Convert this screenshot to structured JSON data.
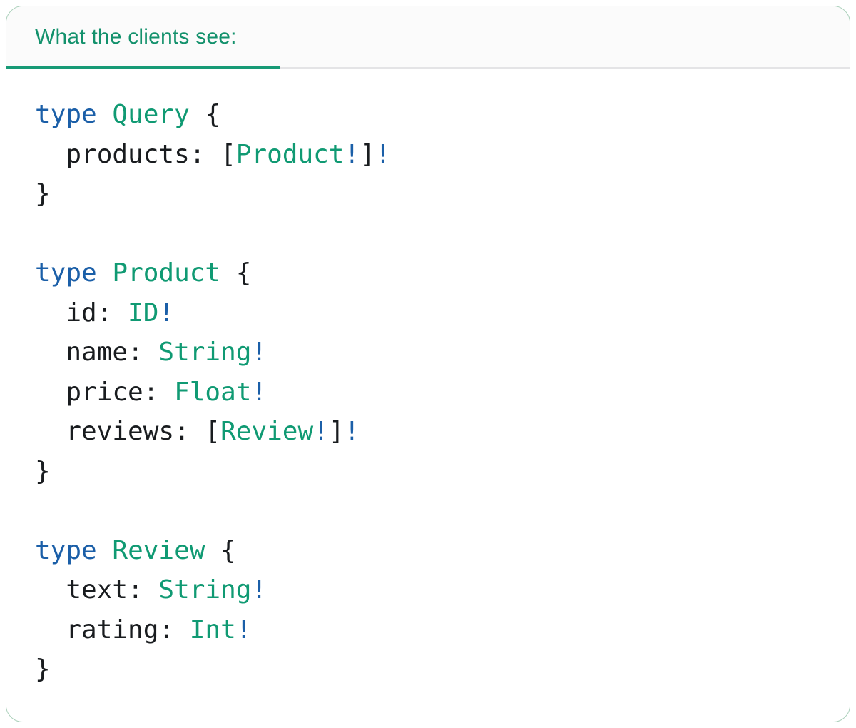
{
  "panel": {
    "tab_label": "What the clients see:"
  },
  "colors": {
    "teal": "#109a73",
    "blue": "#1b5fa8",
    "dark": "#191c1f",
    "title": "#13916c",
    "underline": "#179a76",
    "border": "#a9cfb9",
    "header-bg": "#fbfbfb",
    "divider": "#e4e4e6",
    "panel-bg": "#ffffff"
  },
  "code": {
    "language": "graphql",
    "lines": [
      [
        {
          "c": "kw",
          "s": "type"
        },
        {
          "c": "plain",
          "s": " "
        },
        {
          "c": "type",
          "s": "Query"
        },
        {
          "c": "plain",
          "s": " {"
        }
      ],
      [
        {
          "c": "plain",
          "s": "  products: ["
        },
        {
          "c": "type",
          "s": "Product"
        },
        {
          "c": "bang",
          "s": "!"
        },
        {
          "c": "plain",
          "s": "]"
        },
        {
          "c": "bang",
          "s": "!"
        }
      ],
      [
        {
          "c": "plain",
          "s": "}"
        }
      ],
      [],
      [
        {
          "c": "kw",
          "s": "type"
        },
        {
          "c": "plain",
          "s": " "
        },
        {
          "c": "type",
          "s": "Product"
        },
        {
          "c": "plain",
          "s": " {"
        }
      ],
      [
        {
          "c": "plain",
          "s": "  id: "
        },
        {
          "c": "type",
          "s": "ID"
        },
        {
          "c": "bang",
          "s": "!"
        }
      ],
      [
        {
          "c": "plain",
          "s": "  name: "
        },
        {
          "c": "type",
          "s": "String"
        },
        {
          "c": "bang",
          "s": "!"
        }
      ],
      [
        {
          "c": "plain",
          "s": "  price: "
        },
        {
          "c": "type",
          "s": "Float"
        },
        {
          "c": "bang",
          "s": "!"
        }
      ],
      [
        {
          "c": "plain",
          "s": "  reviews: ["
        },
        {
          "c": "type",
          "s": "Review"
        },
        {
          "c": "bang",
          "s": "!"
        },
        {
          "c": "plain",
          "s": "]"
        },
        {
          "c": "bang",
          "s": "!"
        }
      ],
      [
        {
          "c": "plain",
          "s": "}"
        }
      ],
      [],
      [
        {
          "c": "kw",
          "s": "type"
        },
        {
          "c": "plain",
          "s": " "
        },
        {
          "c": "type",
          "s": "Review"
        },
        {
          "c": "plain",
          "s": " {"
        }
      ],
      [
        {
          "c": "plain",
          "s": "  text: "
        },
        {
          "c": "type",
          "s": "String"
        },
        {
          "c": "bang",
          "s": "!"
        }
      ],
      [
        {
          "c": "plain",
          "s": "  rating: "
        },
        {
          "c": "type",
          "s": "Int"
        },
        {
          "c": "bang",
          "s": "!"
        }
      ],
      [
        {
          "c": "plain",
          "s": "}"
        }
      ]
    ]
  }
}
